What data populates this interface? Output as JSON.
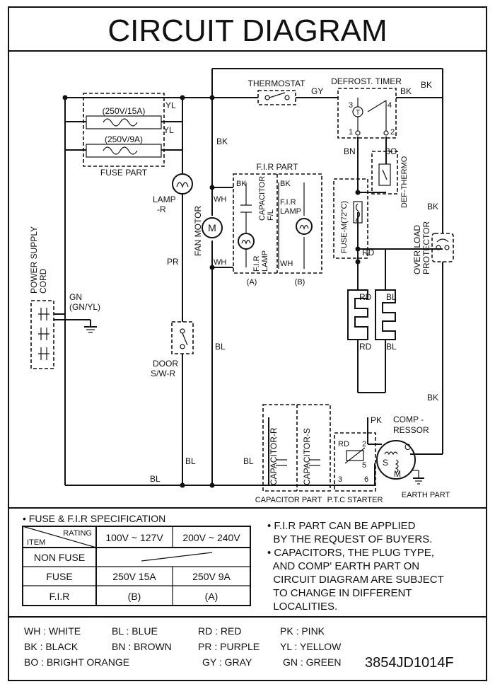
{
  "title": "CIRCUIT DIAGRAM",
  "labels": {
    "thermostat": "THERMOSTAT",
    "defrost_timer": "DEFROST. TIMER",
    "fuse_rating_1": "(250V/15A)",
    "fuse_rating_2": "(250V/9A)",
    "fuse_part": "FUSE PART",
    "lamp_1": "LAMP",
    "lamp_2": "-R",
    "fan_motor": "FAN MOTOR",
    "fir_part": "F.I.R PART",
    "capacitor_fl": "CAPACITOR",
    "capacitor_fl2": "F/L",
    "fir_lamp_a1": "F.I.R",
    "fir_lamp_a2": "LAMP",
    "fir_lamp_b1": "F.I.R",
    "fir_lamp_b2": "LAMP",
    "a": "(A)",
    "b": "(B)",
    "def_thermo": "DEF-THERMO",
    "fuse_m": "FUSE-M(72°C)",
    "over_load_1": "OVER LOAD",
    "over_load_2": "PROTECTOR",
    "power_1": "POWER SUPPLY",
    "power_2": "CORD",
    "gn": "GN",
    "gn_yl": "(GN/YL)",
    "door_1": "DOOR",
    "door_2": "S/W-R",
    "capacitor_r": "CAPACITOR-R",
    "capacitor_s": "CAPACITOR-S",
    "capacitor_part": "CAPACITOR  PART",
    "ptc_starter": "P.T.C STARTER",
    "compressor_1": "COMP -",
    "compressor_2": "RESSOR",
    "earth_part": "EARTH PART",
    "t1": "1",
    "t2": "2",
    "t3": "3",
    "t4": "4",
    "p2": "2",
    "p3": "3",
    "p5": "5",
    "p6": "6",
    "c": "C",
    "s": "S",
    "m": "M",
    "t": "T"
  },
  "wires": {
    "yl1": "YL",
    "yl2": "YL",
    "gy": "GY",
    "bk1": "BK",
    "bk2": "BK",
    "bk3": "BK",
    "bk4": "BK",
    "bk5": "BK",
    "bk6": "BK",
    "bk7": "BK",
    "bn": "BN",
    "bo": "BO",
    "wh1": "WH",
    "wh2": "WH",
    "wh3": "WH",
    "pr": "PR",
    "bl1": "BL",
    "bl2": "BL",
    "bl3": "BL",
    "bl4": "BL",
    "bl5": "BL",
    "bl6": "BL",
    "rd1": "RD",
    "rd2": "RD",
    "rd3": "RD",
    "rd4": "RD",
    "pk": "PK"
  },
  "spec": {
    "heading": "• FUSE & F.I.R SPECIFICATION",
    "rating": "RATING",
    "item": "ITEM",
    "col1": "100V ~ 127V",
    "col2": "200V ~ 240V",
    "rows": [
      {
        "item": "NON FUSE",
        "c1": "",
        "c2": ""
      },
      {
        "item": "FUSE",
        "c1": "250V 15A",
        "c2": "250V 9A"
      },
      {
        "item": "F.I.R",
        "c1": "(B)",
        "c2": "(A)"
      }
    ]
  },
  "notes": [
    "• F.I.R PART CAN BE APPLIED",
    "  BY THE REQUEST OF BUYERS.",
    "• CAPACITORS, THE PLUG TYPE,",
    "  AND COMP' EARTH PART ON",
    "  CIRCUIT DIAGRAM ARE SUBJECT",
    "  TO CHANGE IN DIFFERENT",
    "  LOCALITIES."
  ],
  "legend": [
    {
      "text": "WH : WHITE"
    },
    {
      "text": "BL : BLUE"
    },
    {
      "text": "RD : RED"
    },
    {
      "text": "PK : PINK"
    },
    {
      "text": "BK : BLACK"
    },
    {
      "text": "BN : BROWN"
    },
    {
      "text": "PR : PURPLE"
    },
    {
      "text": "YL : YELLOW"
    },
    {
      "text": "BO : BRIGHT ORANGE"
    },
    {
      "text": "GY : GRAY"
    },
    {
      "text": "GN : GREEN"
    }
  ],
  "part_number": "3854JD1014F"
}
